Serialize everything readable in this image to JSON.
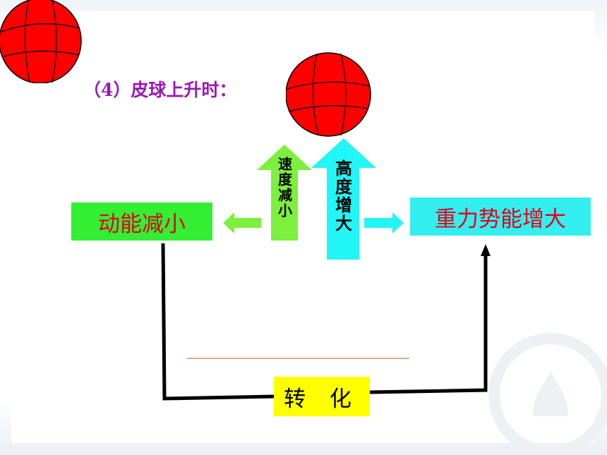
{
  "heading": "（4）皮球上升时：",
  "kinetic_box": {
    "label": "动能减小",
    "bg": "#33ee33",
    "text_color": "#e3001b"
  },
  "potential_box": {
    "label": "重力势能增大",
    "bg": "#33eeee",
    "text_color": "#e3001b"
  },
  "speed_arrow": {
    "label": "速度减小",
    "color": "#7cf03c"
  },
  "height_arrow": {
    "label": "高度增大",
    "color": "#22f5f5"
  },
  "convert_box": {
    "label": "转 化",
    "bg": "#ffff00"
  },
  "ball": {
    "color": "#ff0000",
    "seam_color": "#000000"
  },
  "heading_color": "#9a17b9"
}
